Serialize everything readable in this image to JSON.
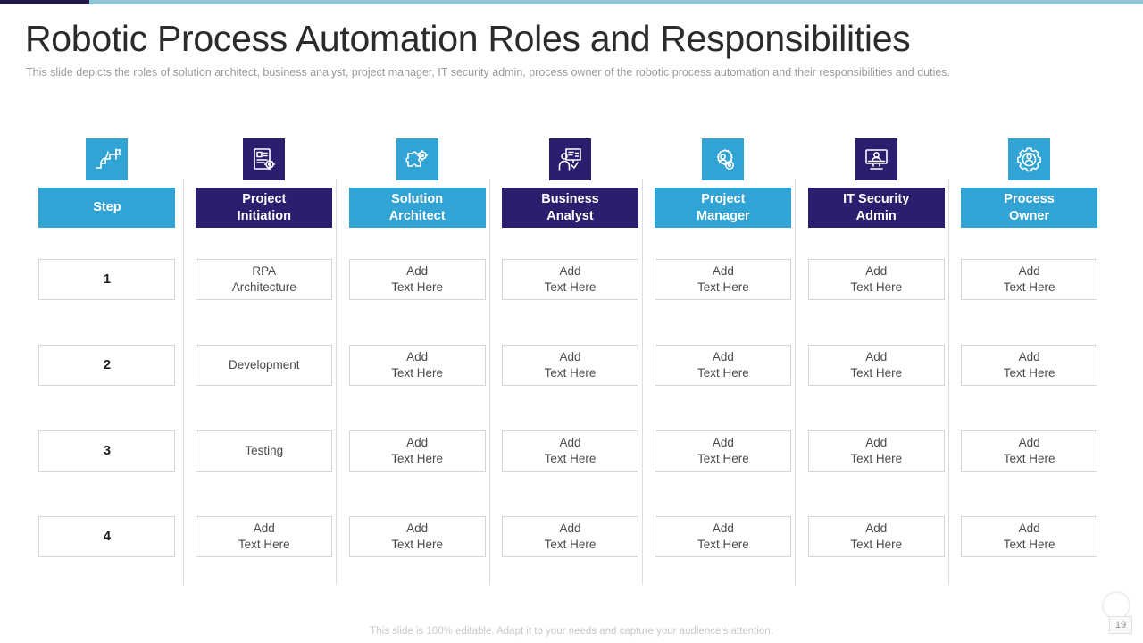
{
  "accent": {
    "bar_dark": "#241a48",
    "bar_light": "#8fc4d4",
    "blue": "#32a3d5",
    "navy": "#2a1f6e",
    "cell_border": "#d5d5d5"
  },
  "header": {
    "title": "Robotic Process Automation Roles and Responsibilities",
    "subtitle": "This slide depicts the roles of solution architect, business analyst, project manager, IT security admin, process owner of the robotic process automation and their responsibilities and duties."
  },
  "table": {
    "columns": [
      {
        "label": "Step",
        "icon": "steps-flag-icon",
        "color": "#32a3d5",
        "icon_color": "#32a3d5"
      },
      {
        "label": "Project\nInitiation",
        "icon": "document-gear-icon",
        "color": "#2a1f6e",
        "icon_color": "#2a1f6e"
      },
      {
        "label": "Solution\nArchitect",
        "icon": "puzzle-gear-icon",
        "color": "#32a3d5",
        "icon_color": "#32a3d5"
      },
      {
        "label": "Business\nAnalyst",
        "icon": "presentation-person-icon",
        "color": "#2a1f6e",
        "icon_color": "#2a1f6e"
      },
      {
        "label": "Project\nManager",
        "icon": "gear-person-icon",
        "color": "#32a3d5",
        "icon_color": "#32a3d5"
      },
      {
        "label": "IT Security\nAdmin",
        "icon": "monitor-person-icon",
        "color": "#2a1f6e",
        "icon_color": "#2a1f6e"
      },
      {
        "label": "Process\nOwner",
        "icon": "gear-user-icon",
        "color": "#32a3d5",
        "icon_color": "#32a3d5"
      }
    ],
    "rows": [
      [
        "1",
        "RPA\nArchitecture",
        "Add\nText Here",
        "Add\nText Here",
        "Add\nText Here",
        "Add\nText Here",
        "Add\nText Here"
      ],
      [
        "2",
        "Development",
        "Add\nText Here",
        "Add\nText Here",
        "Add\nText Here",
        "Add\nText Here",
        "Add\nText Here"
      ],
      [
        "3",
        "Testing",
        "Add\nText Here",
        "Add\nText Here",
        "Add\nText Here",
        "Add\nText Here",
        "Add\nText Here"
      ],
      [
        "4",
        "Add\nText Here",
        "Add\nText Here",
        "Add\nText Here",
        "Add\nText Here",
        "Add\nText Here",
        "Add\nText Here"
      ]
    ]
  },
  "footer": {
    "note": "This slide is 100% editable. Adapt it to your needs and capture your audience's attention.",
    "page_number": "19"
  }
}
